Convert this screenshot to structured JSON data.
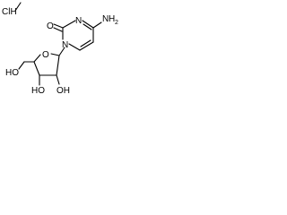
{
  "molecule": {
    "counterion": {
      "text": "ClH"
    },
    "atoms": {
      "amino_n": "N",
      "amino_h": "H",
      "amino_sub": "2",
      "carbonyl_o": "O",
      "ring_n1": "N",
      "ring_n3": "N",
      "ring_o": "O",
      "ch2oh": "HO",
      "oh_left": "HO",
      "oh_right": "OH"
    }
  }
}
